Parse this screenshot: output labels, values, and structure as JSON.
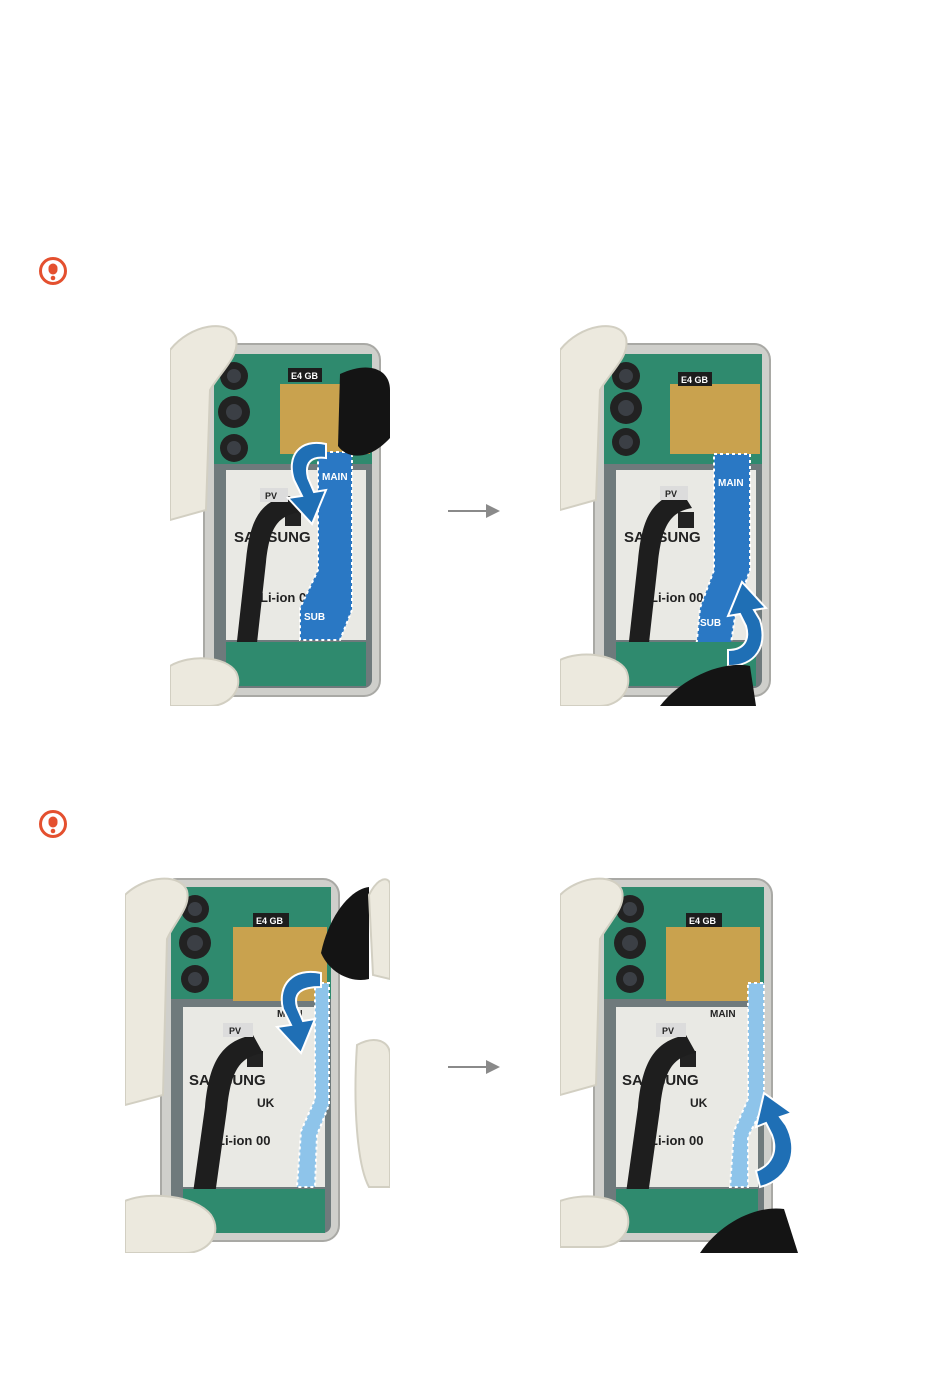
{
  "colors": {
    "warning": "#e4502f",
    "flex_blue": "#2a78c4",
    "flex_light": "#8ec4ea",
    "guide_arrow": "#1f6fb5",
    "pcb_green": "#2f8a6e",
    "gold": "#c9a24e",
    "battery": "#e9e9e4",
    "cable_black": "#1e1e1e",
    "frame_silver": "#cfcfcb",
    "glove": "#ece9de",
    "pick_black": "#141414",
    "step_arrow": "#8a8a8a"
  },
  "icons": {
    "warning": "exclamation-circle-icon",
    "step_arrow": "arrow-right-icon"
  },
  "figures": [
    {
      "id": "fig-1",
      "panels": [
        {
          "labels": {
            "flex_top": "MAIN",
            "flex_bottom": "SUB",
            "pv": "PV",
            "e4": "E4 GB",
            "battery_line": "Li-ion 00",
            "brand": "SAMSUNG"
          }
        },
        {
          "labels": {
            "flex_top": "MAIN",
            "flex_bottom": "SUB",
            "pv": "PV",
            "e4": "E4 GB",
            "battery_line": "Li-ion 00",
            "brand": "SAMSUNG"
          }
        }
      ]
    },
    {
      "id": "fig-2",
      "panels": [
        {
          "labels": {
            "flex_top": "MAIN",
            "pv": "PV",
            "e4": "E4 GB",
            "battery_line": "Li-ion 00",
            "brand": "SAMSUNG",
            "uk": "UK"
          }
        },
        {
          "labels": {
            "flex_top": "MAIN",
            "pv": "PV",
            "e4": "E4 GB",
            "battery_line": "Li-ion 00",
            "brand": "SAMSUNG",
            "uk": "UK"
          }
        }
      ]
    }
  ]
}
